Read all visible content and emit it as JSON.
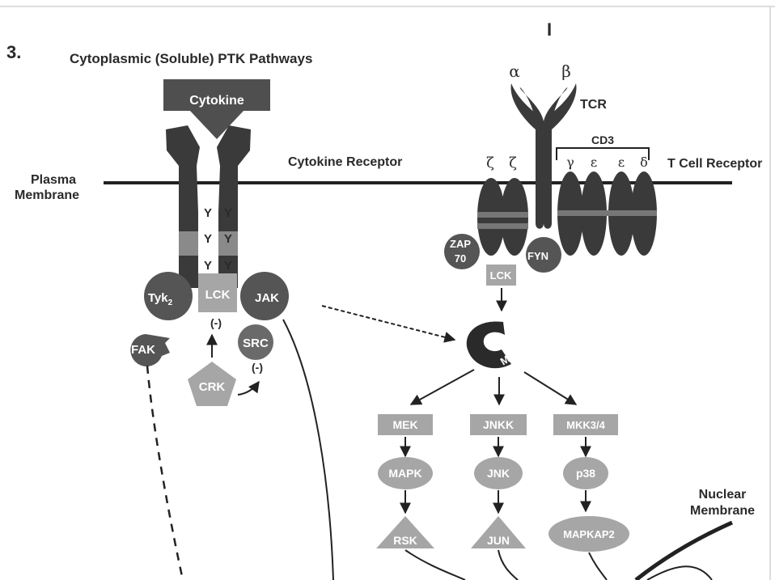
{
  "panel_letter": "3.",
  "top_mark": "I",
  "title": "Cytoplasmic (Soluble) PTK Pathways",
  "labels": {
    "plasma_membrane": "Plasma Membrane",
    "cytokine": "Cytokine",
    "cytokine_receptor": "Cytokine Receptor",
    "t_cell_receptor": "T Cell Receptor",
    "tcr": "TCR",
    "cd3": "CD3",
    "nuclear_membrane": "Nuclear Membrane",
    "tyr": "Y",
    "alpha": "α",
    "beta": "β",
    "zeta": "ζ",
    "gamma": "γ",
    "epsilon": "ε",
    "delta": "δ",
    "minus": "(-)"
  },
  "kinases": {
    "tyk2": "Tyk",
    "tyk2_sub": "2",
    "lck": "LCK",
    "jak": "JAK",
    "fak": "FAK",
    "src": "SRC",
    "crk": "CRK",
    "zap70_a": "ZAP",
    "zap70_b": "70",
    "fyn": "FYN",
    "lck_tcr": "LCK",
    "mekk": "MEKK"
  },
  "cascades": [
    {
      "kinase": "MEK",
      "mapk": "MAPK",
      "target": "RSK"
    },
    {
      "kinase": "JNKK",
      "mapk": "JNK",
      "target": "JUN"
    },
    {
      "kinase": "MKK3/4",
      "mapk": "p38",
      "target": "MAPKAP2"
    }
  ],
  "colors": {
    "dark": "#3a3a3a",
    "mid": "#6a6a6a",
    "light": "#a8a8a8",
    "line": "#222222"
  }
}
